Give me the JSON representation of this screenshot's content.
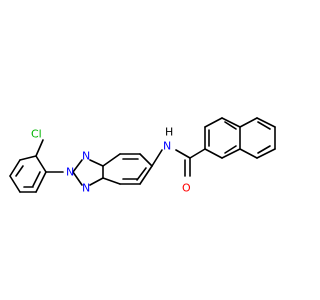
{
  "molecule": {
    "atoms": {
      "cl": {
        "text": "Cl",
        "color": "#00b400"
      },
      "n_top": {
        "text": "N",
        "color": "#0000ff"
      },
      "n_mid": {
        "text": "N",
        "color": "#0000ff"
      },
      "n_bot": {
        "text": "N",
        "color": "#0000ff"
      },
      "nh": {
        "text": "N",
        "color": "#0000ff"
      },
      "nh_h": {
        "text": "H",
        "color": "#000000"
      },
      "o": {
        "text": "O",
        "color": "#ff0000"
      }
    },
    "bond_color": "#000000"
  }
}
